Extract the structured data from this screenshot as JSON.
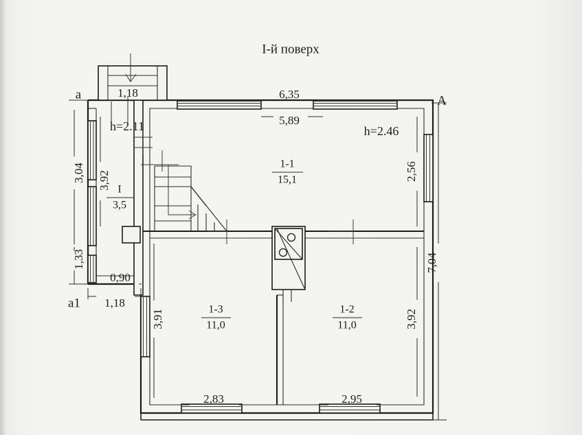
{
  "document": {
    "title": "I-й поверх",
    "kind": "floor-plan",
    "language": "uk"
  },
  "axes": {
    "top_left": "a",
    "bottom_left": "a1",
    "top_right": "A"
  },
  "heights": [
    {
      "name": "entry-hall-height",
      "label": "h=2.11"
    },
    {
      "name": "main-room-height",
      "label": "h=2.46"
    }
  ],
  "rooms": [
    {
      "key": "hall",
      "number": "I",
      "area": "3,5"
    },
    {
      "key": "r1_1",
      "number": "1-1",
      "area": "15,1"
    },
    {
      "key": "r1_2",
      "number": "1-2",
      "area": "11,0"
    },
    {
      "key": "r1_3",
      "number": "1-3",
      "area": "11,0"
    }
  ],
  "dimensions": {
    "top_porch": "1,18",
    "top_outer": "6,35",
    "top_inner": "5,89",
    "left_outer_upper": "3,04",
    "left_outer_lower": "1,33",
    "left_inner": "3,92",
    "hall_bottom": "0,90",
    "bottom_left_axis": "1,18",
    "right_outer": "7,04",
    "right_upper": "2,56",
    "right_lower": "3,92",
    "room13_left": "3,91",
    "bottom_r13": "2,83",
    "bottom_r12": "2,95"
  },
  "annotations": {
    "entry_arrow": "entrance-direction-arrow",
    "stair_arrow": "stair-up-direction-arrow"
  }
}
